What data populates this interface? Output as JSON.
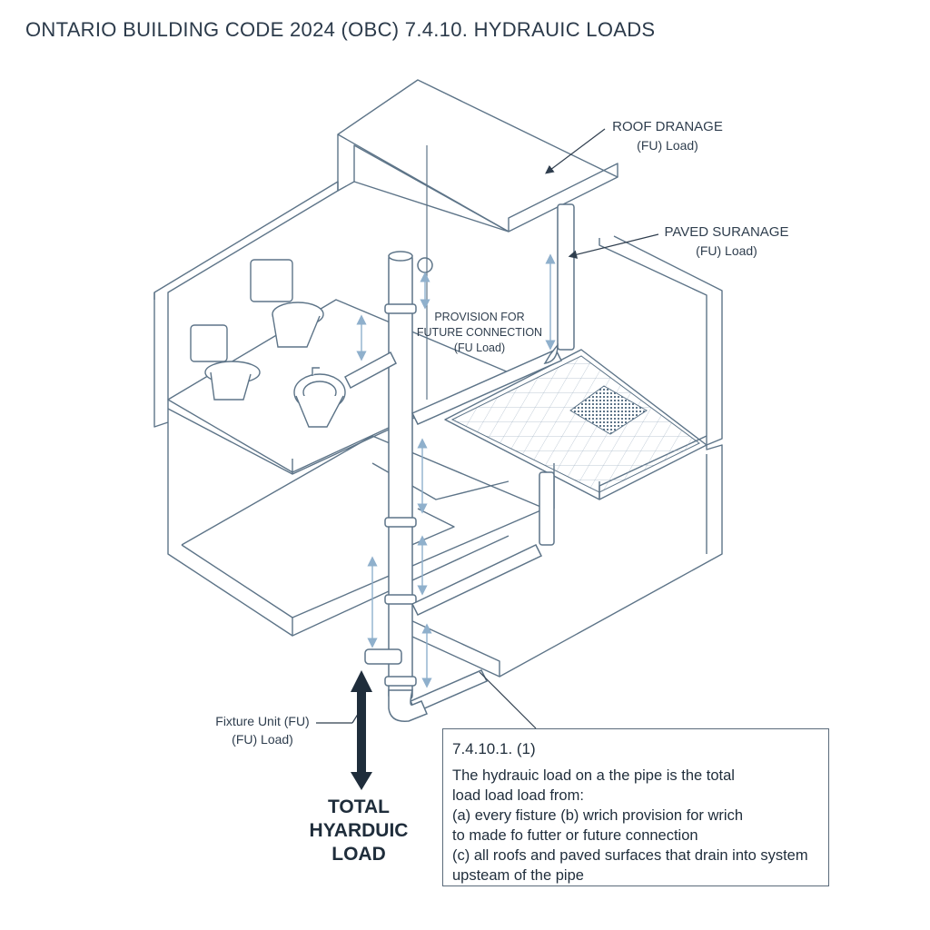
{
  "title": "ONTARIO BUILDING CODE 2024 (OBC) 7.4.10. HYDRAUIC LOADS",
  "labels": {
    "roof_title": "ROOF DRANAGE",
    "roof_sub": "(FU) Load)",
    "paved_title": "PAVED SURANAGE",
    "paved_sub": "(FU) Load)",
    "provision_1": "PROVISION FOR",
    "provision_2": "FUTURE CONNECTION",
    "provision_3": "(FU Load)",
    "fixture_1": "Fixture Unit (FU)",
    "fixture_2": "(FU) Load)",
    "total_1": "TOTAL",
    "total_2": "HYARDUIC",
    "total_3": "LOAD"
  },
  "code_box": {
    "heading": "7.4.10.1. (1)",
    "lines": [
      "The hydrauic load on a the pipe is the total",
      "load load load from:",
      "(a) every fisture (b) wrich provision for wrich",
      "to made fo futter or future connection",
      "(c) all roofs and paved surfaces that drain into system",
      "upsteam of the pipe"
    ]
  },
  "colors": {
    "line": "#5d7488",
    "accent_arrow": "#8fb0cc",
    "dark_arrow": "#1f2d3b"
  }
}
